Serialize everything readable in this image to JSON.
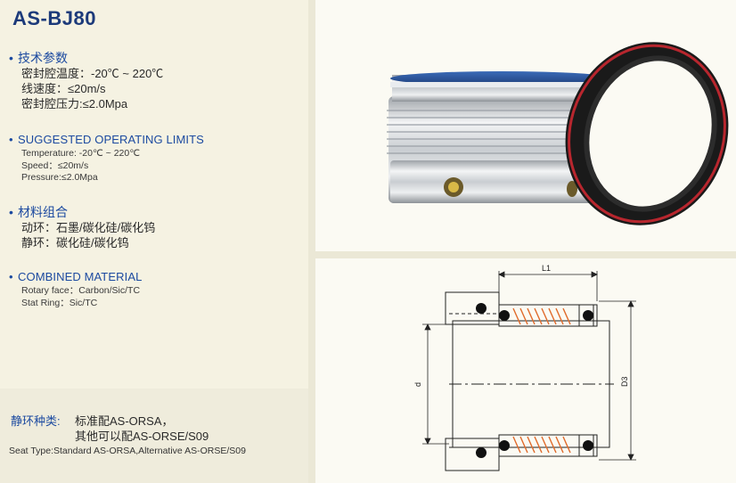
{
  "title": "AS-BJ80",
  "sections": {
    "tech_params": {
      "heading": "技术参数",
      "lines": [
        "密封腔温度：-20℃ ~ 220℃",
        "线速度：≤20m/s",
        "密封腔压力:≤2.0Mpa"
      ]
    },
    "operating_limits": {
      "heading": "SUGGESTED OPERATING LIMITS",
      "lines": [
        "Temperature: -20℃ ~ 220℃",
        "Speed：≤20m/s",
        "Pressure:≤2.0Mpa"
      ]
    },
    "material_cn": {
      "heading": "材料组合",
      "lines": [
        "动环：石墨/碳化硅/碳化钨",
        "静环：碳化硅/碳化钨"
      ]
    },
    "material_en": {
      "heading": "COMBINED MATERIAL",
      "lines": [
        "Rotary face：Carbon/Sic/TC",
        "Stat Ring：Sic/TC"
      ]
    }
  },
  "seat": {
    "cn_label": "静环种类:",
    "cn_line1": "标准配AS-ORSA，",
    "cn_line2": "其他可以配AS-ORSE/S09",
    "en": "Seat Type:Standard AS-ORSA,Alternative AS-ORSE/S09"
  },
  "drawing": {
    "dim_l1": "L1",
    "dim_d": "d",
    "dim_d3": "D3"
  },
  "colors": {
    "heading_blue": "#1c4aa0",
    "title_navy": "#1c3a7a",
    "seal_red": "#b8262e",
    "hatch": "#e06a2a"
  }
}
